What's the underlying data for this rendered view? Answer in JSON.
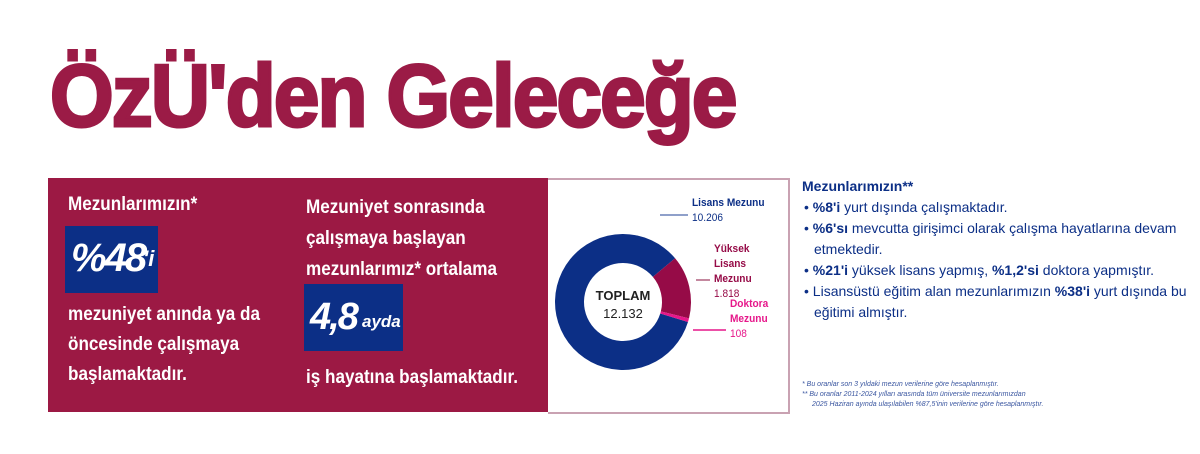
{
  "title": "ÖzÜ'den Geleceğe",
  "left": {
    "heading": "Mezunlarımızın*",
    "stat": "%48",
    "stat_suffix": "'i",
    "lines": [
      "mezuniyet anında ya da",
      "öncesinde çalışmaya",
      "başlamaktadır."
    ]
  },
  "middle": {
    "lines": [
      "Mezuniyet sonrasında",
      "çalışmaya başlayan",
      "mezunlarımız* ortalama"
    ],
    "stat": "4,8",
    "stat_unit": "ayda",
    "footer": "iş hayatına başlamaktadır."
  },
  "chart_data": {
    "type": "pie",
    "title": "TOPLAM",
    "total": "12.132",
    "categories": [
      "Lisans Mezunu",
      "Yüksek Lisans Mezunu",
      "Doktora Mezunu"
    ],
    "values": [
      10206,
      1818,
      108
    ],
    "value_labels": [
      "10.206",
      "1.818",
      "108"
    ],
    "colors": [
      "#0c2f86",
      "#960b47",
      "#e6178a"
    ]
  },
  "right": {
    "heading": "Mezunlarımızın**",
    "items": [
      [
        {
          "b": "%8'i"
        },
        {
          "t": " yurt dışında çalışmaktadır."
        }
      ],
      [
        {
          "b": "%6'sı"
        },
        {
          "t": " mevcutta girişimci olarak çalışma hayatlarına devam etmektedir."
        }
      ],
      [
        {
          "b": "%21'i"
        },
        {
          "t": " yüksek lisans yapmış, "
        },
        {
          "b": "%1,2'si"
        },
        {
          "t": " doktora yapmıştır."
        }
      ],
      [
        {
          "t": "Lisansüstü eğitim alan mezunlarımızın "
        },
        {
          "b": "%38'i"
        },
        {
          "t": " yurt dışında bu eğitimi almıştır."
        }
      ]
    ]
  },
  "notes": [
    "* Bu oranlar son 3 yıldaki mezun verilerine göre hesaplanmıştır.",
    "** Bu oranlar 2011-2024 yılları arasında tüm üniversite mezunlarımızdan",
    "2025 Haziran ayında ulaşılabilen %87,5'inin verilerine göre hesaplanmıştır."
  ]
}
